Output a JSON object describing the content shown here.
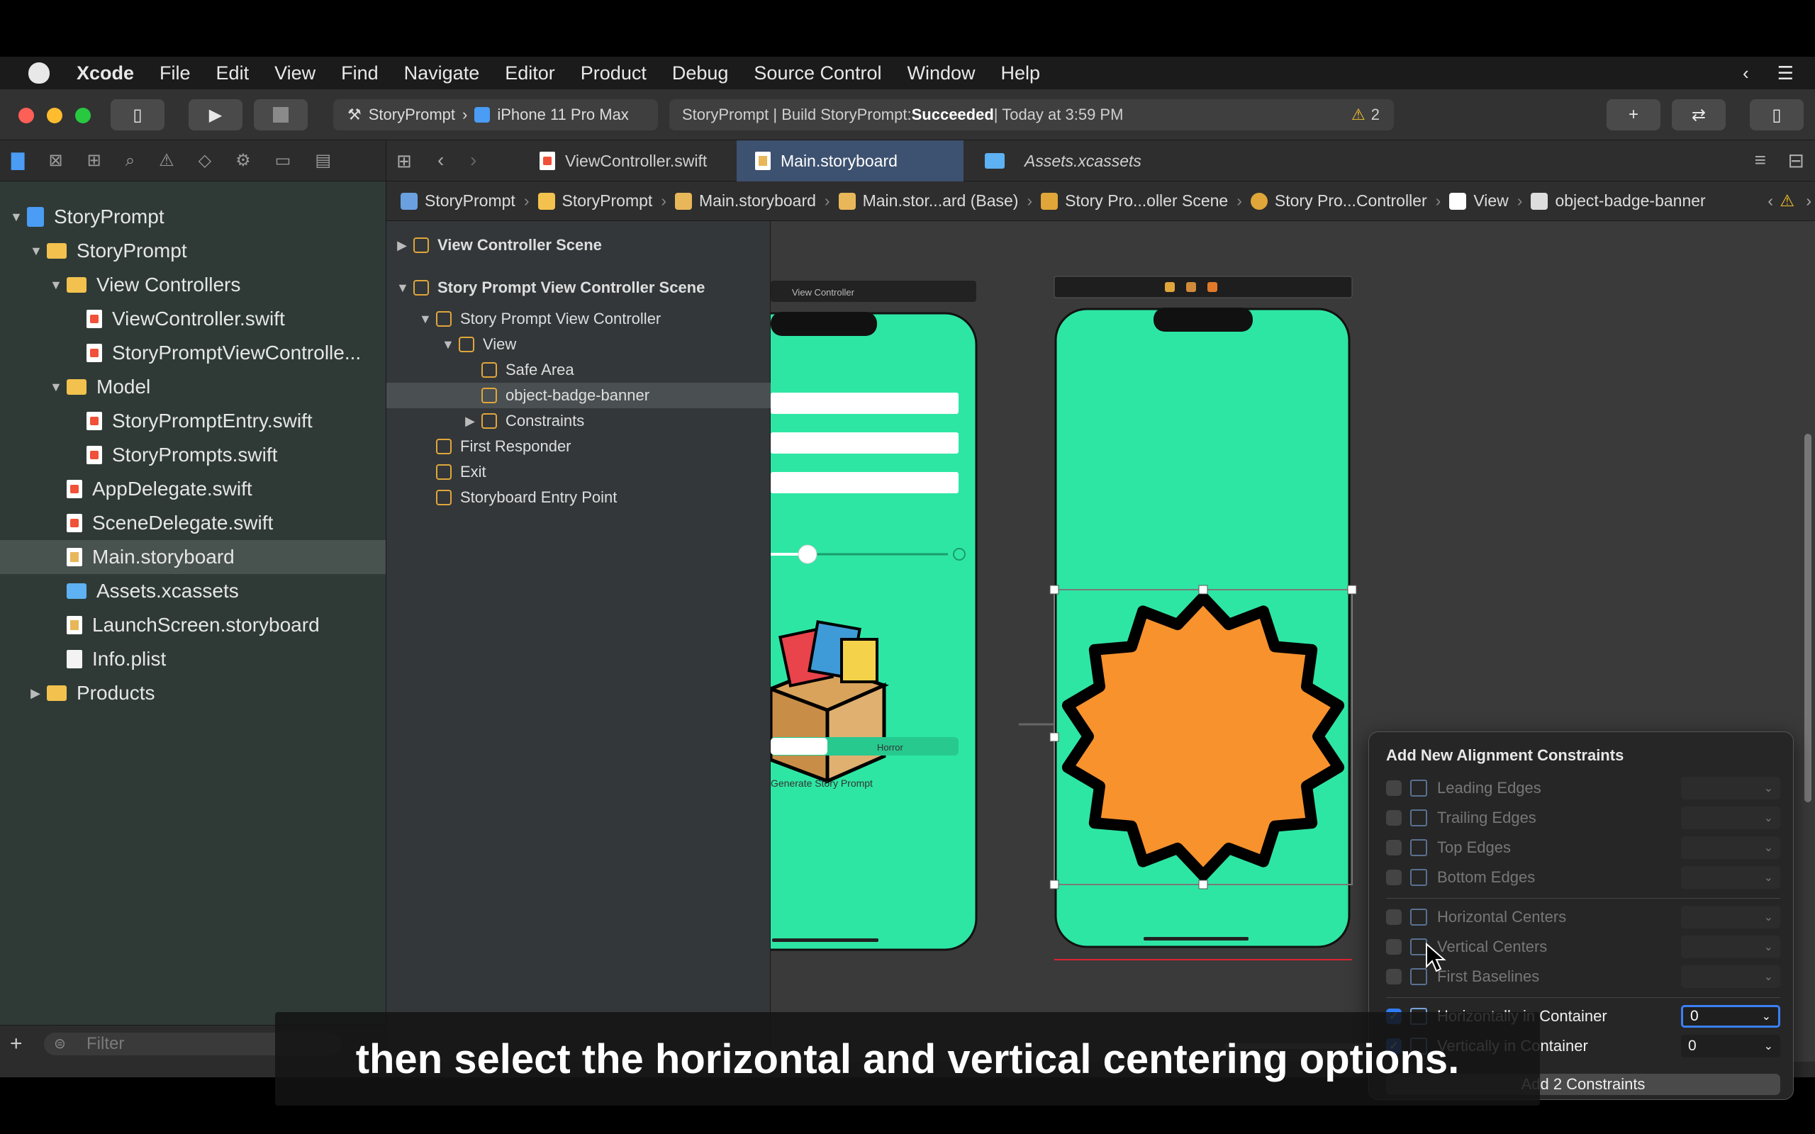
{
  "menubar": {
    "items": [
      "Xcode",
      "File",
      "Edit",
      "View",
      "Find",
      "Navigate",
      "Editor",
      "Product",
      "Debug",
      "Source Control",
      "Window",
      "Help"
    ]
  },
  "toolbar": {
    "scheme_project": "StoryPrompt",
    "scheme_device": "iPhone 11 Pro Max",
    "status_prefix": "StoryPrompt | Build StoryPrompt: ",
    "status_result": "Succeeded",
    "status_suffix": " | Today at 3:59 PM",
    "warnings_count": "2"
  },
  "navigator": {
    "items": [
      {
        "label": "StoryPrompt",
        "indent": 0,
        "disc": "▼",
        "icon": "proj"
      },
      {
        "label": "StoryPrompt",
        "indent": 1,
        "disc": "▼",
        "icon": "folder"
      },
      {
        "label": "View Controllers",
        "indent": 2,
        "disc": "▼",
        "icon": "folder"
      },
      {
        "label": "ViewController.swift",
        "indent": 3,
        "disc": "",
        "icon": "swift"
      },
      {
        "label": "StoryPromptViewControlle...",
        "indent": 3,
        "disc": "",
        "icon": "swift"
      },
      {
        "label": "Model",
        "indent": 2,
        "disc": "▼",
        "icon": "folder"
      },
      {
        "label": "StoryPromptEntry.swift",
        "indent": 3,
        "disc": "",
        "icon": "swift"
      },
      {
        "label": "StoryPrompts.swift",
        "indent": 3,
        "disc": "",
        "icon": "swift"
      },
      {
        "label": "AppDelegate.swift",
        "indent": 2,
        "disc": "",
        "icon": "swift"
      },
      {
        "label": "SceneDelegate.swift",
        "indent": 2,
        "disc": "",
        "icon": "swift"
      },
      {
        "label": "Main.storyboard",
        "indent": 2,
        "disc": "",
        "icon": "sb",
        "selected": true
      },
      {
        "label": "Assets.xcassets",
        "indent": 2,
        "disc": "",
        "icon": "asset"
      },
      {
        "label": "LaunchScreen.storyboard",
        "indent": 2,
        "disc": "",
        "icon": "sb"
      },
      {
        "label": "Info.plist",
        "indent": 2,
        "disc": "",
        "icon": "plist"
      },
      {
        "label": "Products",
        "indent": 1,
        "disc": "▶",
        "icon": "folder"
      }
    ],
    "filter_placeholder": "Filter"
  },
  "tabs": [
    "ViewController.swift",
    "Main.storyboard",
    "Assets.xcassets"
  ],
  "jumpbar": [
    "StoryPrompt",
    "StoryPrompt",
    "Main.storyboard",
    "Main.stor...ard (Base)",
    "Story Pro...oller Scene",
    "Story Pro...Controller",
    "View",
    "object-badge-banner"
  ],
  "outline": {
    "items": [
      {
        "label": "View Controller Scene",
        "indent": 0,
        "disc": "▶",
        "bold": true
      },
      {
        "label": "Story Prompt View Controller Scene",
        "indent": 0,
        "disc": "▼",
        "bold": true
      },
      {
        "label": "Story Prompt View Controller",
        "indent": 1,
        "disc": "▼"
      },
      {
        "label": "View",
        "indent": 2,
        "disc": "▼"
      },
      {
        "label": "Safe Area",
        "indent": 3,
        "disc": ""
      },
      {
        "label": "object-badge-banner",
        "indent": 3,
        "disc": "",
        "selected": true
      },
      {
        "label": "Constraints",
        "indent": 3,
        "disc": "▶"
      },
      {
        "label": "First Responder",
        "indent": 1,
        "disc": ""
      },
      {
        "label": "Exit",
        "indent": 1,
        "disc": ""
      },
      {
        "label": "Storyboard Entry Point",
        "indent": 1,
        "disc": ""
      }
    ]
  },
  "canvas": {
    "scene1_title": "View Controller",
    "segment_label": "Horror",
    "generate_label": "Generate Story Prompt"
  },
  "popover": {
    "title": "Add New Alignment Constraints",
    "rows": [
      {
        "label": "Leading Edges",
        "checked": false,
        "value": ""
      },
      {
        "label": "Trailing Edges",
        "checked": false,
        "value": ""
      },
      {
        "label": "Top Edges",
        "checked": false,
        "value": ""
      },
      {
        "label": "Bottom Edges",
        "checked": false,
        "value": ""
      },
      {
        "label": "Horizontal Centers",
        "checked": false,
        "value": ""
      },
      {
        "label": "Vertical Centers",
        "checked": false,
        "value": ""
      },
      {
        "label": "First Baselines",
        "checked": false,
        "value": ""
      },
      {
        "label": "Horizontally in Container",
        "checked": true,
        "value": "0"
      },
      {
        "label": "Vertically in Container",
        "checked": true,
        "value": "0"
      }
    ],
    "add_button": "Add 2 Constraints"
  },
  "subtitle": "then select the horizontal and vertical centering options.",
  "colors": {
    "phone_green": "#2ee6a4",
    "badge_orange": "#f7922d",
    "accent_blue": "#2f7cf6"
  }
}
